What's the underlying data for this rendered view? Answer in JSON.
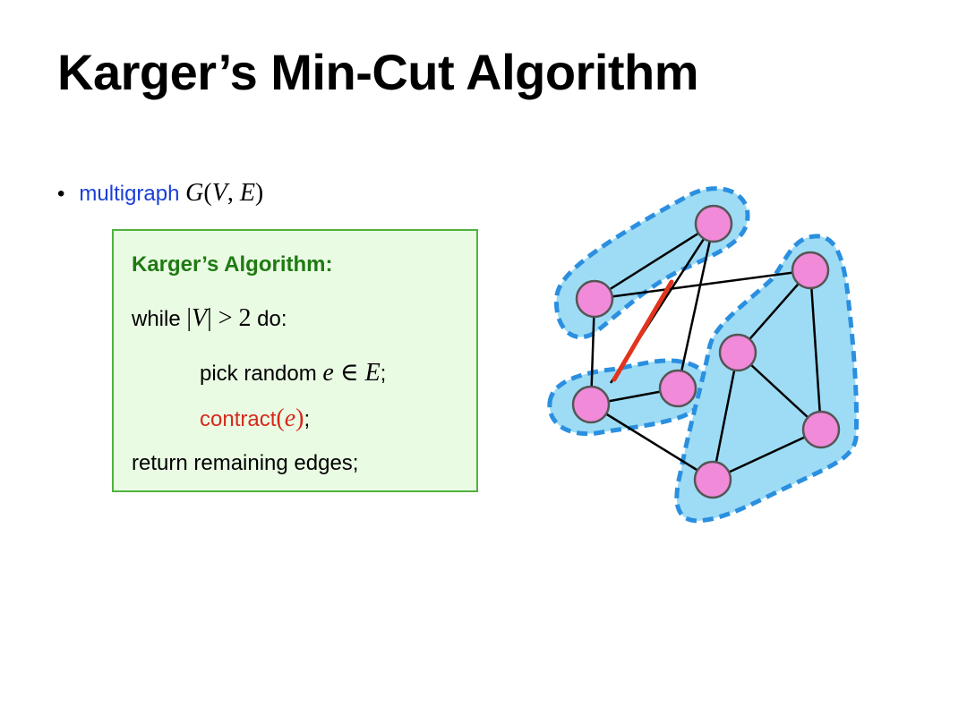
{
  "title": "Karger’s Min-Cut Algorithm",
  "bullet": {
    "marker": "•",
    "text": "multigraph",
    "math": {
      "g": "G",
      "open": "(",
      "v": "V",
      "comma": ", ",
      "e": "E",
      "close": ")"
    }
  },
  "algorithm": {
    "heading": "Karger’s Algorithm:",
    "line1": {
      "pre": "while ",
      "bar1": "|",
      "v": "V",
      "bar2": "|",
      "gt": " > 2",
      "post": " do:"
    },
    "line2": {
      "pre": "pick random ",
      "e": "e",
      "in": " ∈ ",
      "E": "E",
      "post": ";"
    },
    "line3": {
      "pre": "contract",
      "open": "(",
      "e": "e",
      "close": ")",
      "post": ";"
    },
    "line4": "return remaining edges;"
  },
  "colors": {
    "title": "#000000",
    "bullet_text": "#1a3fd6",
    "algo_box_fill": "#eafbe4",
    "algo_box_border": "#4fb33c",
    "algo_heading": "#1f7a12",
    "contract": "#d8281c",
    "region_fill": "#9edcf5",
    "region_border": "#2b8fe0",
    "node_fill": "#f08ad9",
    "contracted_edge": "#e2341d"
  }
}
